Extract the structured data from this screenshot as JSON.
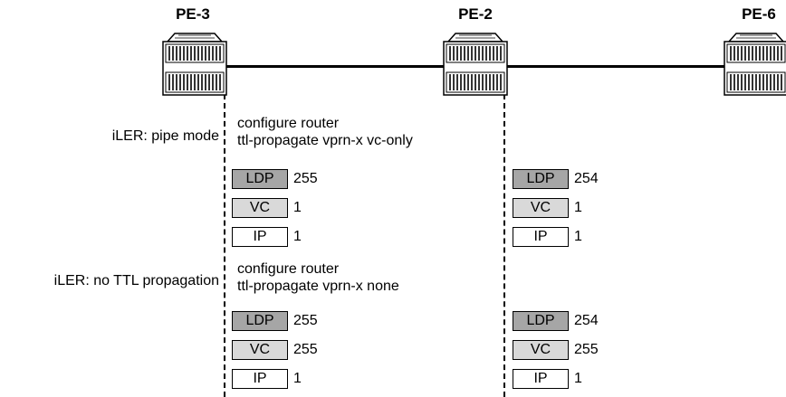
{
  "nodes": {
    "pe3": "PE-3",
    "pe2": "PE-2",
    "pe6": "PE-6"
  },
  "scenarios": [
    {
      "label": "iLER: pipe mode",
      "command_line1": "configure router",
      "command_line2": "ttl-propagate vprn-x vc-only",
      "left_stack": [
        {
          "name": "LDP",
          "ttl": "255"
        },
        {
          "name": "VC",
          "ttl": "1"
        },
        {
          "name": "IP",
          "ttl": "1"
        }
      ],
      "right_stack": [
        {
          "name": "LDP",
          "ttl": "254"
        },
        {
          "name": "VC",
          "ttl": "1"
        },
        {
          "name": "IP",
          "ttl": "1"
        }
      ]
    },
    {
      "label": "iLER: no TTL propagation",
      "command_line1": "configure router",
      "command_line2": "ttl-propagate vprn-x none",
      "left_stack": [
        {
          "name": "LDP",
          "ttl": "255"
        },
        {
          "name": "VC",
          "ttl": "255"
        },
        {
          "name": "IP",
          "ttl": "1"
        }
      ],
      "right_stack": [
        {
          "name": "LDP",
          "ttl": "254"
        },
        {
          "name": "VC",
          "ttl": "255"
        },
        {
          "name": "IP",
          "ttl": "1"
        }
      ]
    }
  ],
  "colors": {
    "ldp_fill": "#a6a6a6",
    "vc_fill": "#d9d9d9",
    "ip_fill": "#ffffff"
  }
}
